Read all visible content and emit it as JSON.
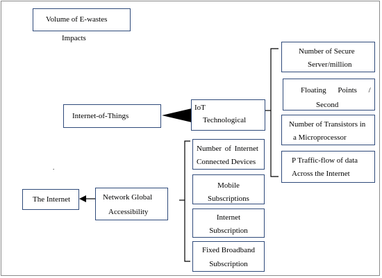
{
  "nodes": {
    "volume": "Volume of E-wastes",
    "impacts": "Impacts",
    "iot_things": "Internet-of-Things",
    "iot_tech_line1": "IoT",
    "iot_tech_line2": "Technological",
    "secure_server_line1": "Number of Secure",
    "secure_server_line2": "Server/million",
    "flops_line1": "Floating Points /",
    "flops_line2": "Second",
    "transistors_line1": "Number of Transistors in",
    "transistors_line2": "a Microprocessor",
    "traffic_line1": "P Traffic-flow of data",
    "traffic_line2": "Across the Internet",
    "internet_devices_line1": "Number of Internet",
    "internet_devices_line2": "Connected Devices",
    "mobile_line1": "Mobile",
    "mobile_line2": "Subscriptions",
    "internet_sub_line1": "Internet",
    "internet_sub_line2": "Subscription",
    "broadband_line1": "Fixed Broadband",
    "broadband_line2": "Subscription",
    "the_internet": "The Internet",
    "network_line1": "Network Global",
    "network_line2": "Accessibility",
    "dot_mark": "."
  }
}
